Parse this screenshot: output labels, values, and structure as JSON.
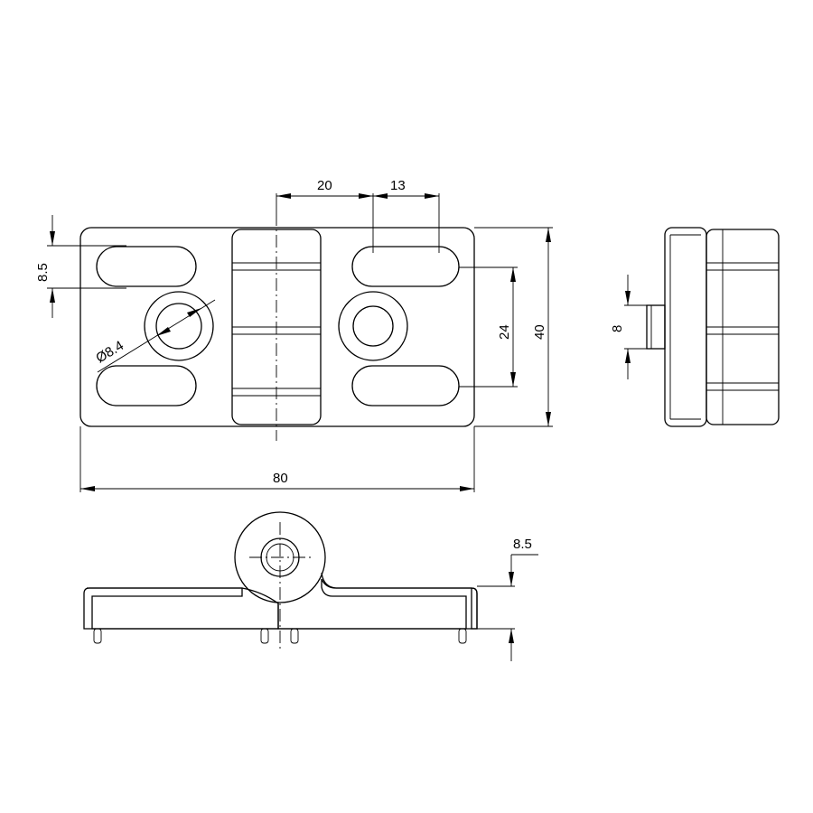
{
  "dimensions": {
    "top_width": "80",
    "top_height": "40",
    "slot_spacing": "24",
    "hole_offset": "20",
    "slot_length": "13",
    "slot_offset": "8.5",
    "hole_diameter": "Ø8.4",
    "side_pin_width": "8",
    "front_height": "8.5"
  }
}
